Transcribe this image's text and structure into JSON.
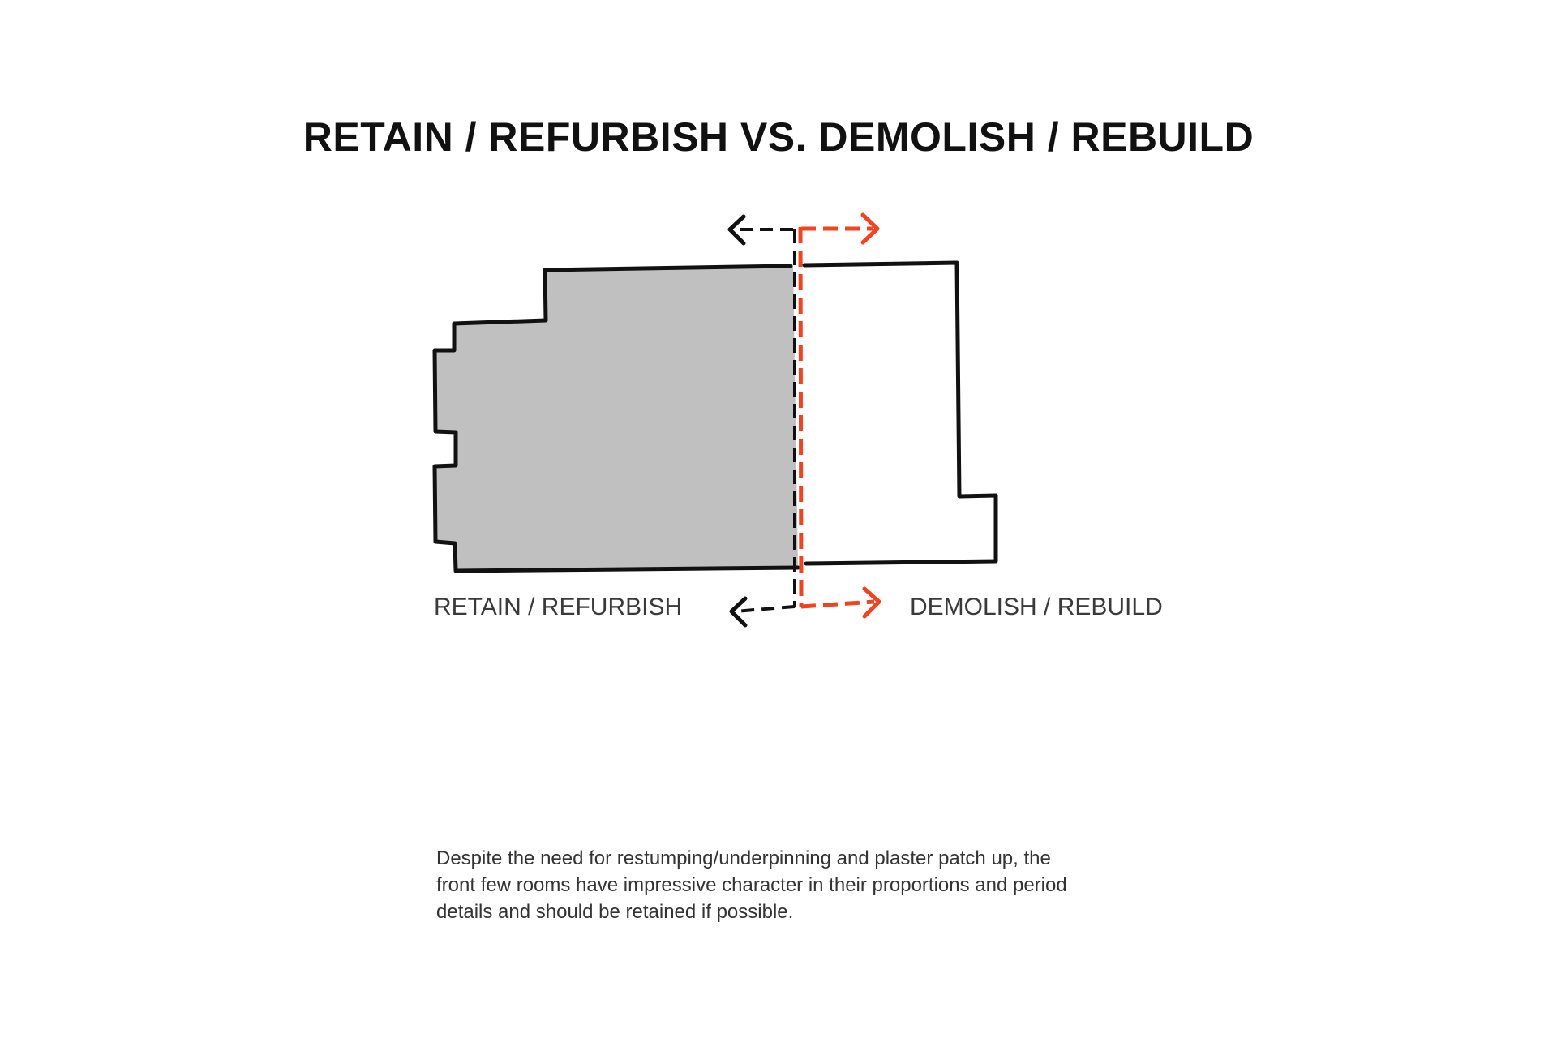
{
  "title": "RETAIN / REFURBISH VS. DEMOLISH / REBUILD",
  "labels": {
    "retain": "RETAIN / REFURBISH",
    "demolish": "DEMOLISH / REBUILD"
  },
  "caption": {
    "lines": [
      "Despite the need for restumping/underpinning and plaster patch up, the",
      "front few rooms have impressive character in their proportions and period",
      "details and should be retained if possible."
    ]
  },
  "colors": {
    "retain_fill": "#c0c0c0",
    "outline": "#111111",
    "demolish_accent": "#ee4422",
    "retain_accent": "#111111"
  },
  "icons": {
    "retain_arrow": "arrow-left-icon",
    "demolish_arrow": "arrow-right-icon"
  }
}
